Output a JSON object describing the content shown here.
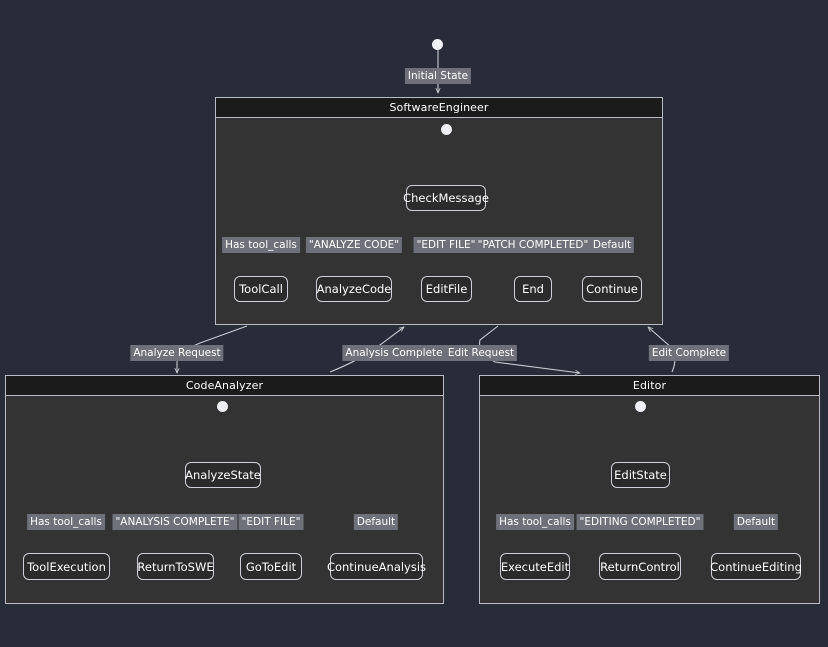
{
  "diagram": {
    "type": "state-machine-diagram",
    "background_color": "#272c38",
    "node_fill": "#2b2b2b",
    "node_border": "#cdd0d6",
    "cluster_fill": "#333333",
    "cluster_header_fill": "#1b1b1b",
    "edge_label_fill": "#6e7179",
    "edge_color": "#c9ccd2",
    "start_label": "Initial State"
  },
  "clusters": [
    {
      "id": "software-engineer",
      "title": "SoftwareEngineer",
      "decision_node": "CheckMessage",
      "transitions": [
        {
          "label": "Has tool_calls",
          "target": "ToolCall"
        },
        {
          "label": "\"ANALYZE CODE\"",
          "target": "AnalyzeCode"
        },
        {
          "label": "\"EDIT FILE\"",
          "target": "EditFile"
        },
        {
          "label": "\"PATCH COMPLETED\"",
          "target": "End"
        },
        {
          "label": "Default",
          "target": "Continue"
        }
      ]
    },
    {
      "id": "code-analyzer",
      "title": "CodeAnalyzer",
      "decision_node": "AnalyzeState",
      "transitions": [
        {
          "label": "Has tool_calls",
          "target": "ToolExecution"
        },
        {
          "label": "\"ANALYSIS COMPLETE\"",
          "target": "ReturnToSWE"
        },
        {
          "label": "\"EDIT FILE\"",
          "target": "GoToEdit"
        },
        {
          "label": "Default",
          "target": "ContinueAnalysis"
        }
      ]
    },
    {
      "id": "editor",
      "title": "Editor",
      "decision_node": "EditState",
      "transitions": [
        {
          "label": "Has tool_calls",
          "target": "ExecuteEdit"
        },
        {
          "label": "\"EDITING COMPLETED\"",
          "target": "ReturnControl"
        },
        {
          "label": "Default",
          "target": "ContinueEditing"
        }
      ]
    }
  ],
  "inter_cluster_edges": [
    {
      "label": "Analyze Request",
      "from": "software-engineer",
      "to": "code-analyzer"
    },
    {
      "label": "Analysis Complete",
      "from": "code-analyzer",
      "to": "software-engineer"
    },
    {
      "label": "Edit Request",
      "from": "software-engineer",
      "to": "editor"
    },
    {
      "label": "Edit Complete",
      "from": "editor",
      "to": "software-engineer"
    }
  ]
}
